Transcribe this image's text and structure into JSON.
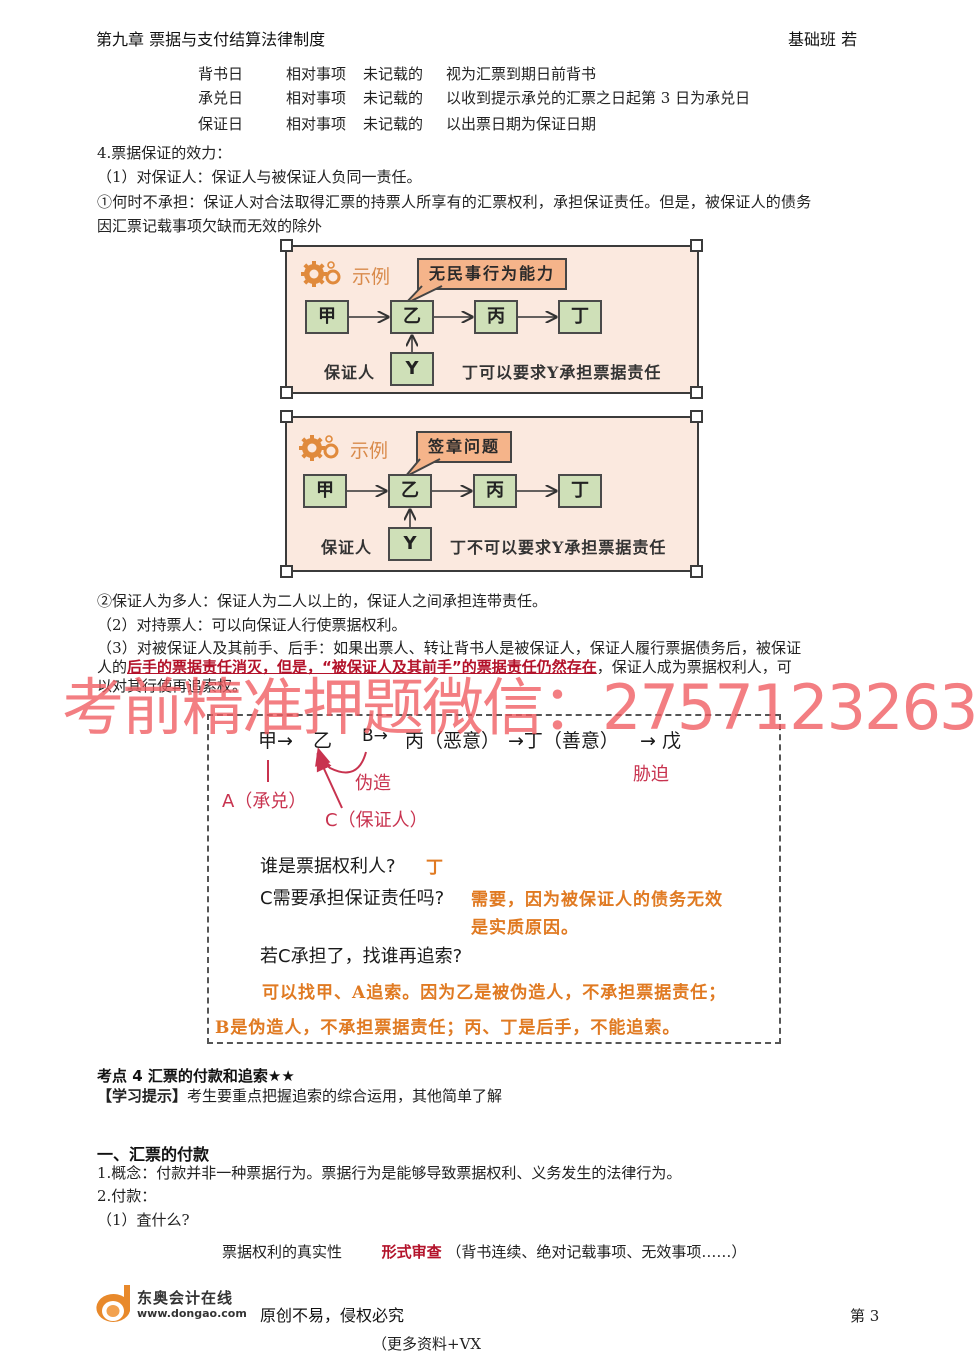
{
  "header": {
    "chapter": "第九章  票据与支付结算法律制度",
    "course": "基础班  若"
  },
  "truncated_table_rows": [
    {
      "col1": "背书日",
      "col2": "相对事项",
      "col3": "未记载的",
      "col4": "视为汇票到期日前背书"
    },
    {
      "col1": "承兑日",
      "col2": "相对事项",
      "col3": "未记载的",
      "col4": "以收到提示承兑的汇票之日起第 3 日为承兑日"
    },
    {
      "col1": "保证日",
      "col2": "相对事项",
      "col3": "未记载的",
      "col4": "以出票日期为保证日期"
    }
  ],
  "section_effect": {
    "title": "4.票据保证的效力：",
    "item1": "（1）对保证人：保证人与被保证人负同一责任。",
    "item1_a": "①何时不承担：保证人对合法取得汇票的持票人所享有的汇票权利，承担保证责任。但是，被保证人的债务",
    "item1_a_cut": "因汇票记载事项欠缺而无效的除外"
  },
  "diagram1": {
    "label": "示例",
    "callout": "无民事行为能力",
    "nodes": [
      "甲",
      "乙",
      "丙",
      "丁"
    ],
    "guarantor_label": "保证人",
    "guarantor_node": "Y",
    "conclusion": "丁可以要求Y承担票据责任"
  },
  "diagram2": {
    "label": "示例",
    "callout": "签章问题",
    "nodes": [
      "甲",
      "乙",
      "丙",
      "丁"
    ],
    "guarantor_label": "保证人",
    "guarantor_node": "Y",
    "conclusion": "丁不可以要求Y承担票据责任"
  },
  "section_effect_cont": {
    "item1_b": "②保证人为多人：保证人为二人以上的，保证人之间承担连带责任。",
    "item2": "（2）对持票人：可以向保证人行使票据权利。",
    "item3_line1": "（3）对被保证人及其前手、后手：如果出票人、转让背书人是被保证人，保证人履行票据债务后，被保证",
    "item3_line2_pre": "人的",
    "item3_line2_hl": "后手的票据责任消灭，但是，“被保证人及其前手”的票据责任仍然存在",
    "item3_line2_post": "，保证人成为票据权利人，可",
    "item3_line3": "以对其行使再追索权。"
  },
  "watermark": "考前精准押题微信：2757123263",
  "case_box": {
    "chain": {
      "jia": "甲→",
      "yi": "乙",
      "b_arrow": "B→",
      "bing": "丙（恶意）",
      "ding": "→丁（善意）",
      "wu": "→ 戊"
    },
    "annotations": {
      "a_accept": "A（承兑）",
      "forge": "伪造",
      "c_guarantor": "C（保证人）",
      "coerce": "胁迫"
    },
    "q1": "谁是票据权利人?",
    "a1": "丁",
    "q2": "C需要承担保证责任吗?",
    "a2_line1": "需要，因为被保证人的债务无效",
    "a2_line2": "是实质原因。",
    "q3": "若C承担了，找谁再追索?",
    "a3_line1": "可以找甲、A追索。因为乙是被伪造人，不承担票据责任；",
    "a3_line2": "B是伪造人，不承担票据责任；丙、丁是后手，不能追索。"
  },
  "point4": {
    "title": "考点 4   汇票的付款和追索★★",
    "tip_label": "【学习提示】",
    "tip_text": "考生要重点把握追索的综合运用，其他简单了解"
  },
  "section_payment": {
    "title": "一、汇票的付款",
    "item1": "1.概念：付款并非一种票据行为。票据行为是能够导致票据权利、义务发生的法律行为。",
    "item2": "2.付款：",
    "item2_1": "（1）査什么?",
    "cut_row_pre": "票据权利的真实性",
    "cut_row_hl": "形式审查",
    "cut_row_post": "（背书连续、绝对记载事项、无效事项……）"
  },
  "footer": {
    "brand": "东奥会计在线",
    "url": "www.dongao.com",
    "slogan": "原创不易，侵权必究",
    "page": "第 3",
    "more": "（更多资料+VX"
  },
  "colors": {
    "highlight_red": "#b3122a",
    "watermark": "#f05a5f",
    "answer_orange": "#e07a22",
    "annotation_red": "#c8334f",
    "panel_bg": "#fbe9df",
    "node_green": "#cfe0b8",
    "callout_orange": "#f5b48a",
    "logo_orange": "#e8892b"
  }
}
